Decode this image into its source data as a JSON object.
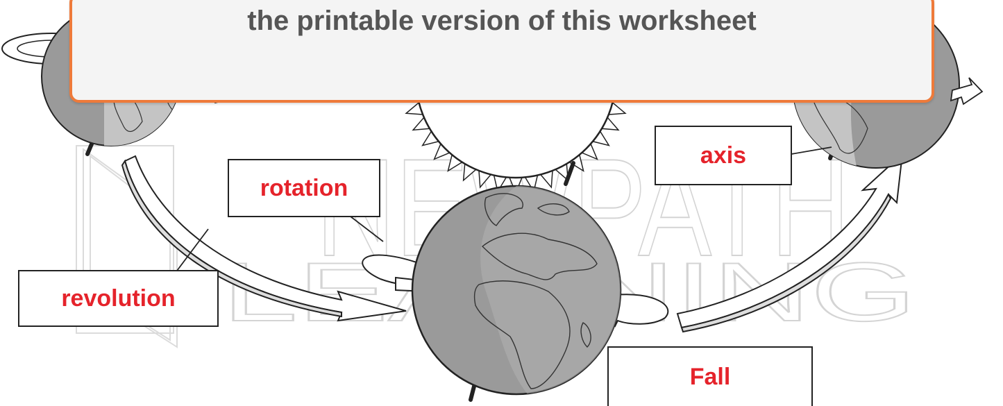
{
  "banner": {
    "text": "the printable version of this worksheet"
  },
  "labels": {
    "rotation": "rotation",
    "revolution": "revolution",
    "axis": "axis",
    "season": "Fall"
  },
  "watermark": {
    "line1": "NEWPATH",
    "line2": "LEARNING"
  },
  "colors": {
    "label_text": "#e5232b",
    "banner_border": "#ee7a3a",
    "banner_bg": "#f4f4f4",
    "banner_text": "#555555",
    "globe_fill": "#9a9a9a",
    "globe_light": "#c4c4c4"
  }
}
